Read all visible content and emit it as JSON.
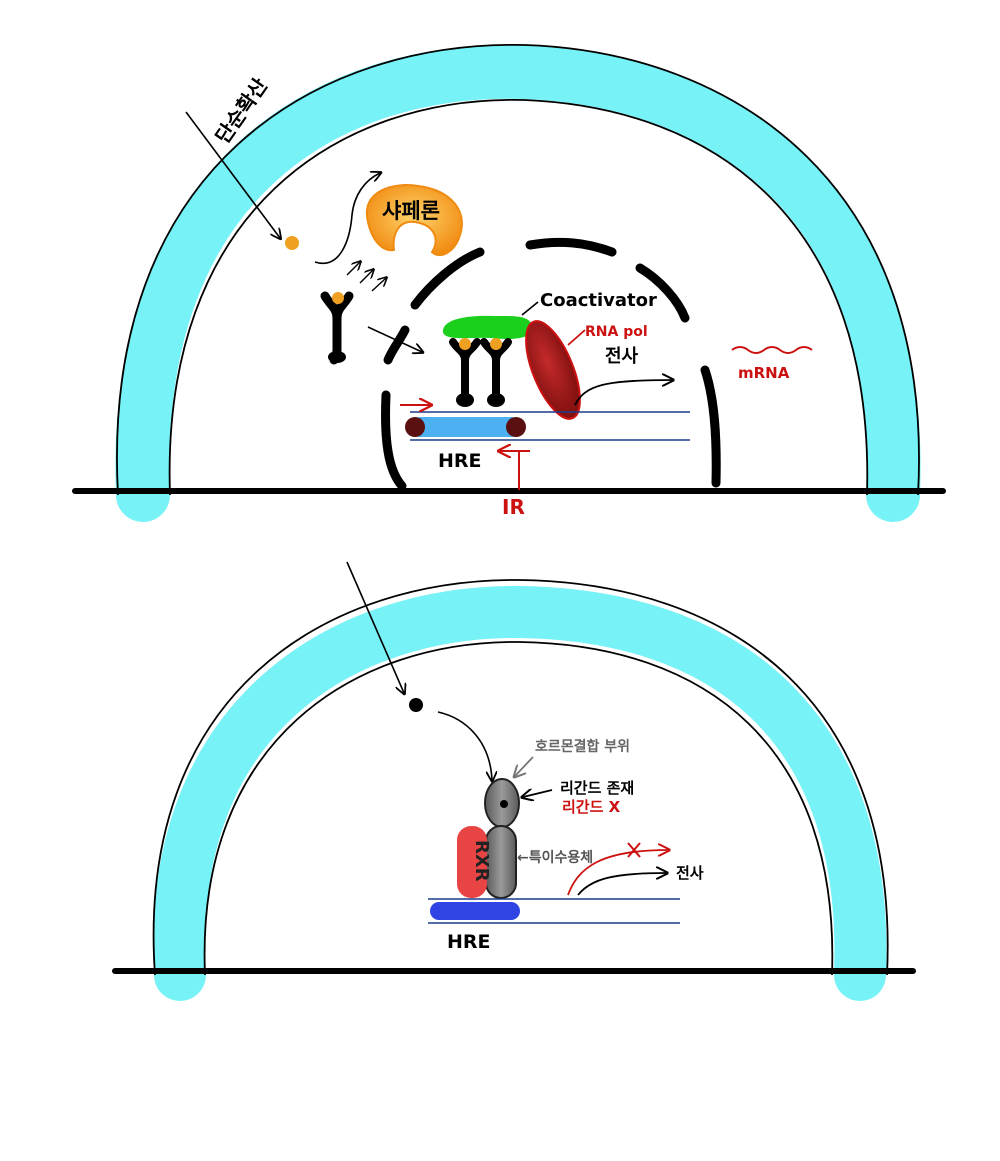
{
  "top_panel": {
    "labels": {
      "simple_diffusion": "단순확산",
      "chaperone": "샤페론",
      "coactivator": "Coactivator",
      "rna_pol": "RNA pol",
      "transcription": "전사",
      "mrna": "mRNA",
      "hre": "HRE",
      "ir": "IR"
    }
  },
  "bottom_panel": {
    "labels": {
      "hormone_binding_site": "호르몬결합 부위",
      "ligand_present": "리간드 존재",
      "ligand_absent": "리간드 X",
      "specific_receptor": "←특이수용체",
      "rxr": "RXR",
      "transcription": "전사",
      "hre": "HRE"
    }
  },
  "colors": {
    "membrane": "#5ff0f5",
    "outline": "#000000",
    "hormone": "#f0a020",
    "chaperone": "#f59a1a",
    "coactivator": "#1ccf1c",
    "rna_pol": "#a01818",
    "annotation_red": "#cc1111",
    "dna_line": "#1a3c8c",
    "hre_light": "#3aa8f0",
    "hre_dark": "#1a30e0",
    "rxr": "#e84444",
    "receptor_grey": "#777777",
    "label_grey": "#666666"
  }
}
